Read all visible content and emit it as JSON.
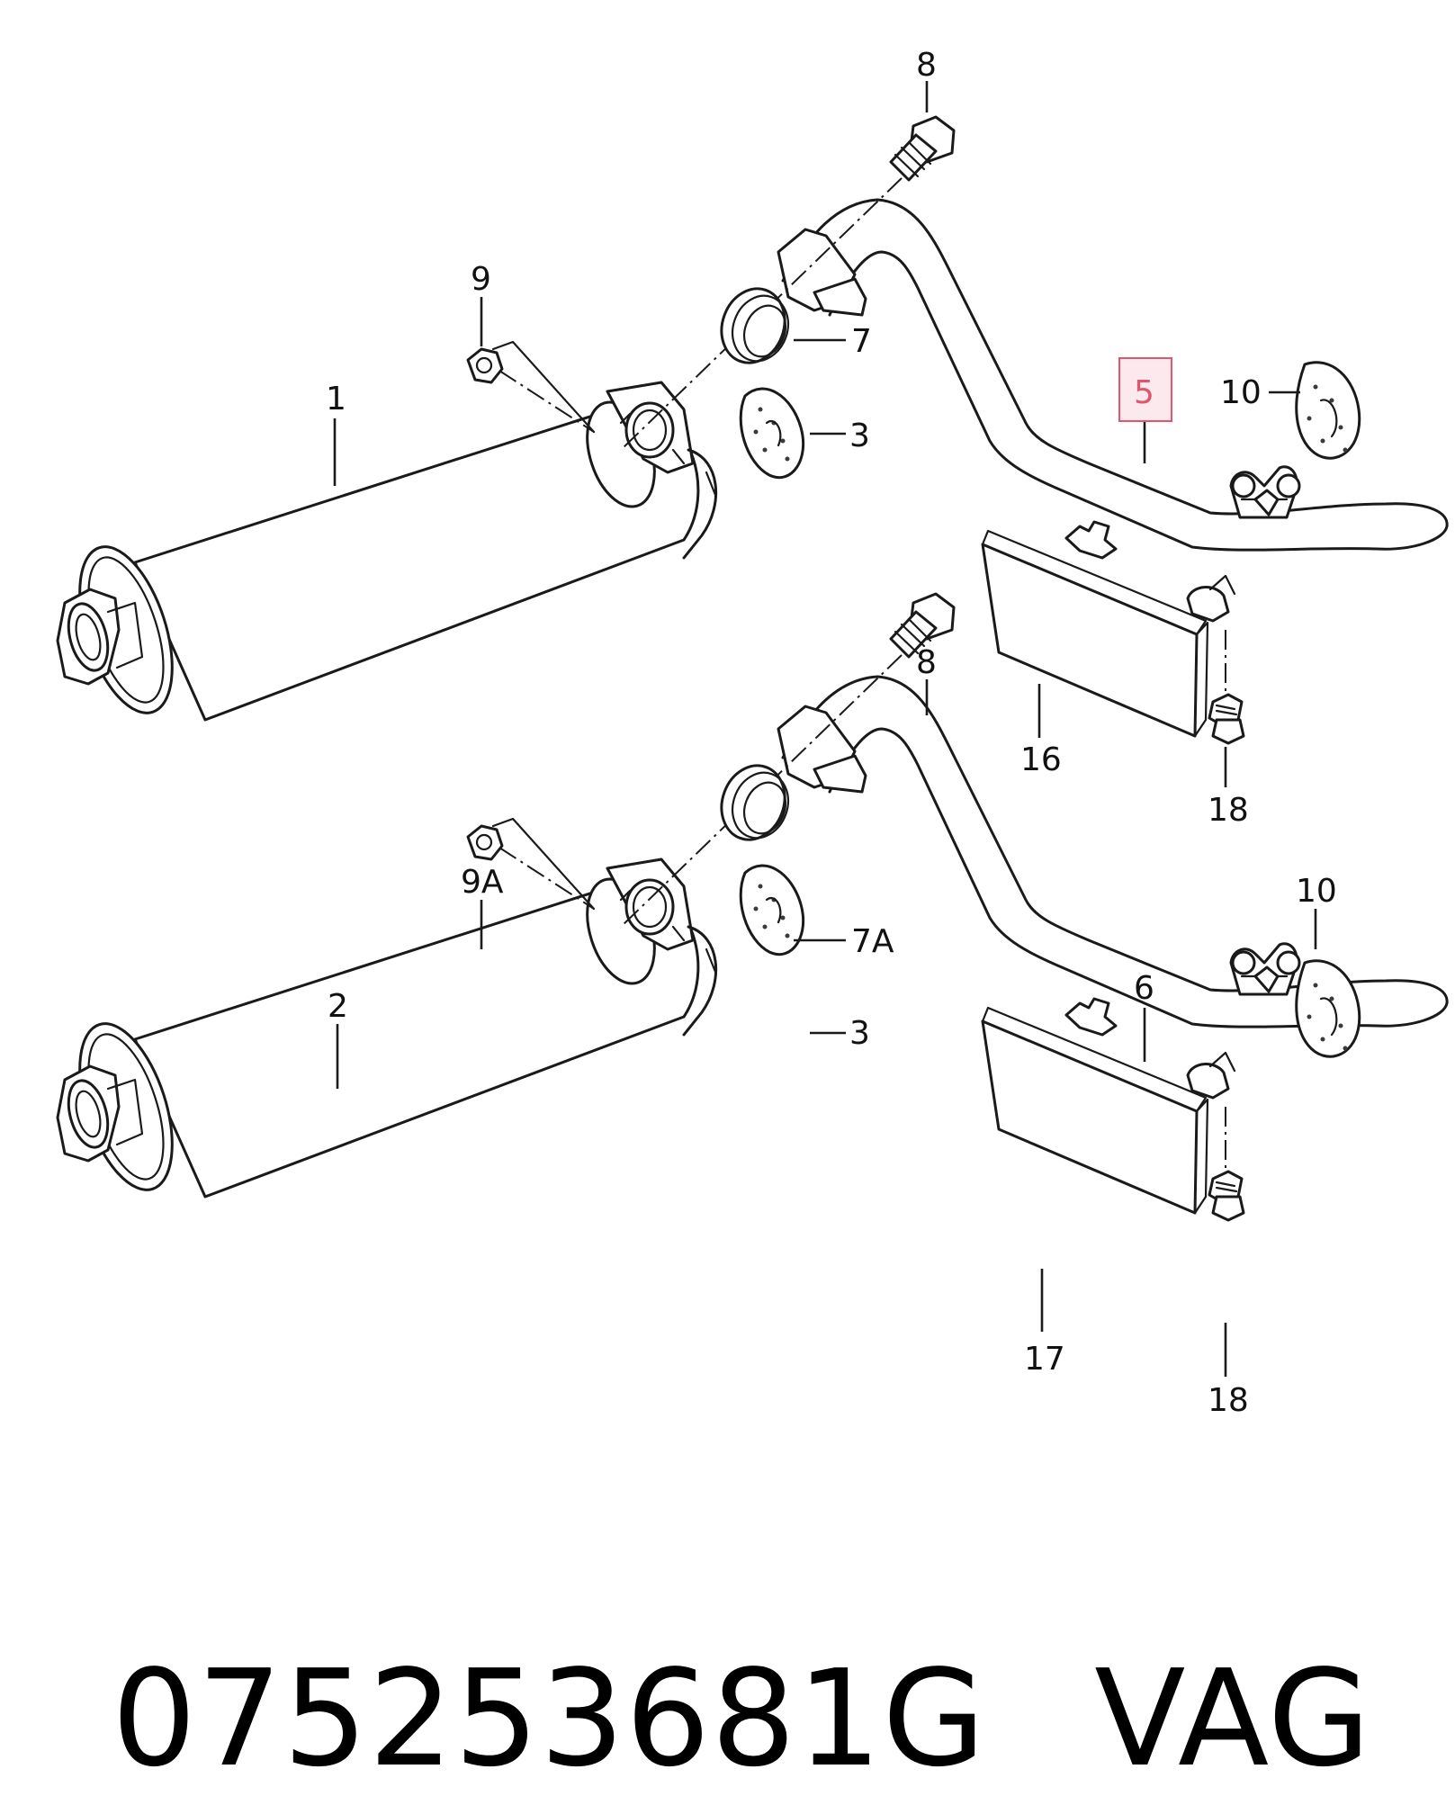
{
  "callouts": {
    "c1": "1",
    "c2": "2",
    "c3a": "3",
    "c3b": "3",
    "c5": "5",
    "c6": "6",
    "c7": "7",
    "c7a": "7A",
    "c8a": "8",
    "c8b": "8",
    "c9": "9",
    "c9a": "9A",
    "c10a": "10",
    "c10b": "10",
    "c16": "16",
    "c17": "17",
    "c18a": "18",
    "c18b": "18"
  },
  "highlighted_callout": "5",
  "highlight_color": "#e0566f",
  "footer": {
    "part_number": "075253681G",
    "brand": "VAG"
  }
}
